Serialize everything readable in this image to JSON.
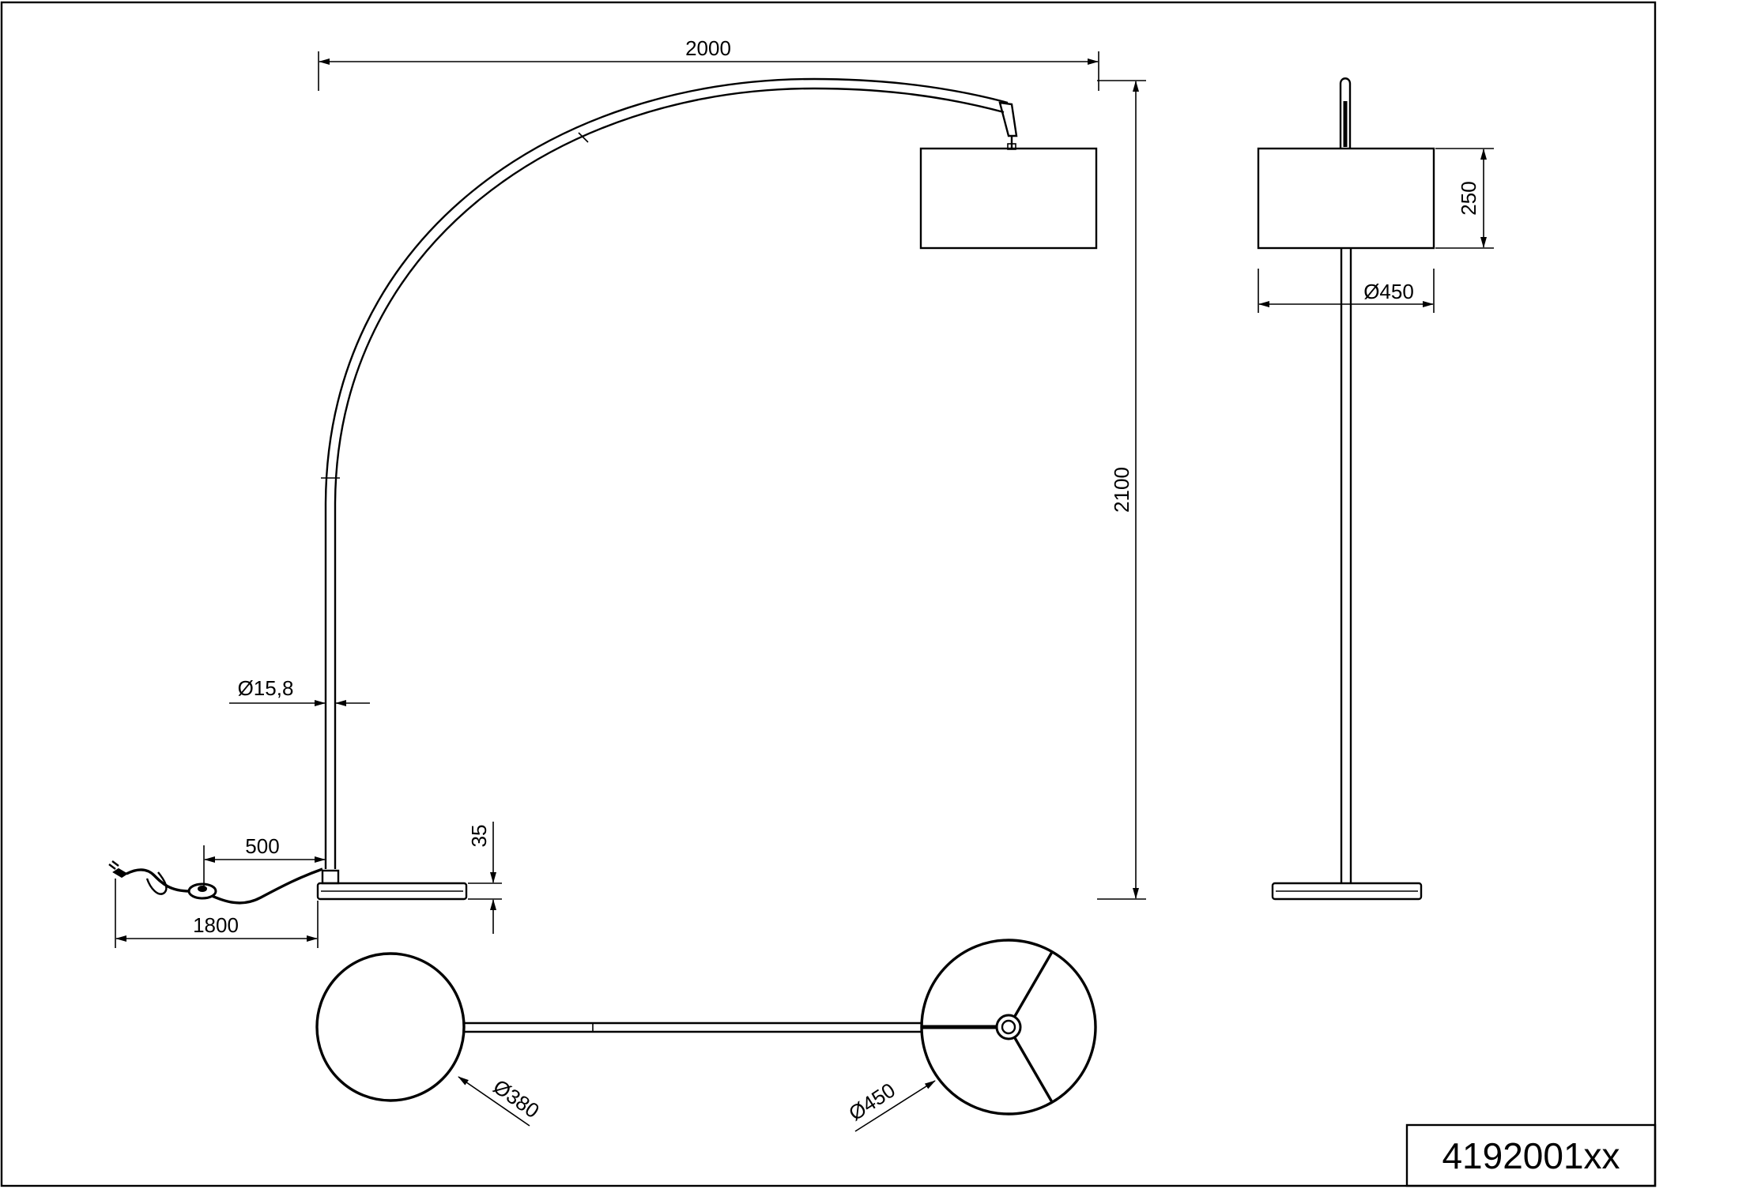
{
  "diagram": {
    "part_number": "4192001xx",
    "dimensions": {
      "arm_span": "2000",
      "total_height": "2100",
      "tube_diameter": "Ø15,8",
      "cable_switch_distance": "500",
      "cable_length": "1800",
      "base_height": "35",
      "shade_height": "250",
      "shade_diameter_side": "Ø450",
      "base_diameter": "Ø380",
      "shade_diameter_top": "Ø450"
    }
  }
}
